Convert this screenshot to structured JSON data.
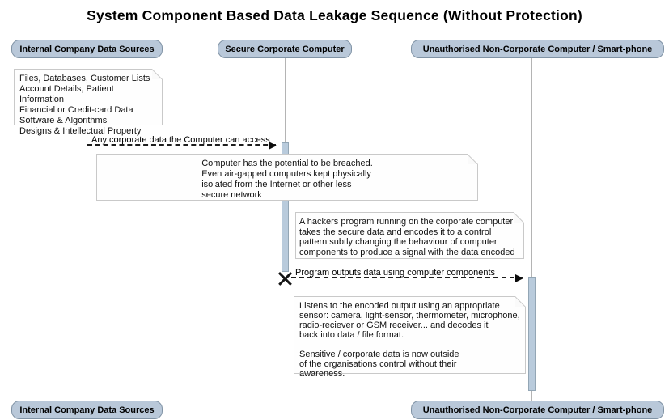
{
  "title": "System Component Based Data Leakage Sequence (Without Protection)",
  "actors": {
    "internal": {
      "label": "Internal Company Data Sources"
    },
    "secure": {
      "label": "Secure Corporate Computer"
    },
    "unauthorised": {
      "label": "Unauthorised Non-Corporate Computer / Smart-phone"
    }
  },
  "notes": {
    "data_sources": "Files, Databases, Customer Lists\nAccount Details, Patient Information\nFinancial or Credit-card Data\nSoftware & Algorithms\nDesigns & Intellectual Property",
    "breach_potential": "Computer has the potential to be breached.\nEven air-gapped computers kept physically\nisolated from the Internet or other less\nsecure network",
    "hacker_program": "A hackers program running on the corporate computer\ntakes the secure data and encodes it to a control\npattern subtly changing the behaviour of computer\ncomponents to produce a signal with the data encoded",
    "listener": "Listens to the encoded output using an appropriate\nsensor: camera, light-sensor, thermometer, microphone,\nradio-reciever or GSM receiver... and decodes it\nback into data / file format.\n\nSensitive / corporate data is now outside\nof the organisations control without their\nawareness."
  },
  "messages": {
    "access": "Any corporate data the Computer can access",
    "output": "Program outputs data using computer components"
  },
  "colors": {
    "actor_fill": "#b9c8d9",
    "actor_border": "#8093a5",
    "activation_fill": "#b9cbdc",
    "lifeline_gray": "#b4b4b4",
    "note_border": "#c9c9c9",
    "message_black": "#1d1d1d"
  }
}
